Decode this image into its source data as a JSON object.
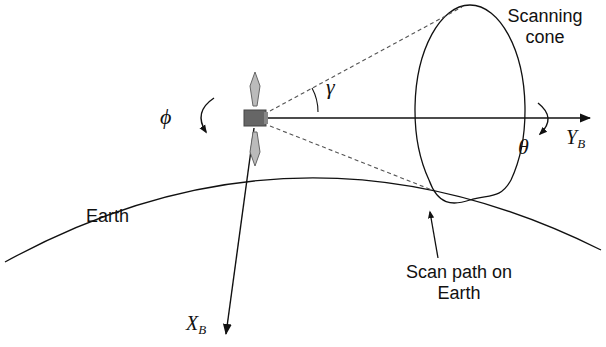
{
  "diagram": {
    "labels": [
      "Scanning cone",
      "γ",
      "ϕ",
      "θ",
      "YB",
      "Earth",
      "Scan path on Earth",
      "XB"
    ]
  }
}
